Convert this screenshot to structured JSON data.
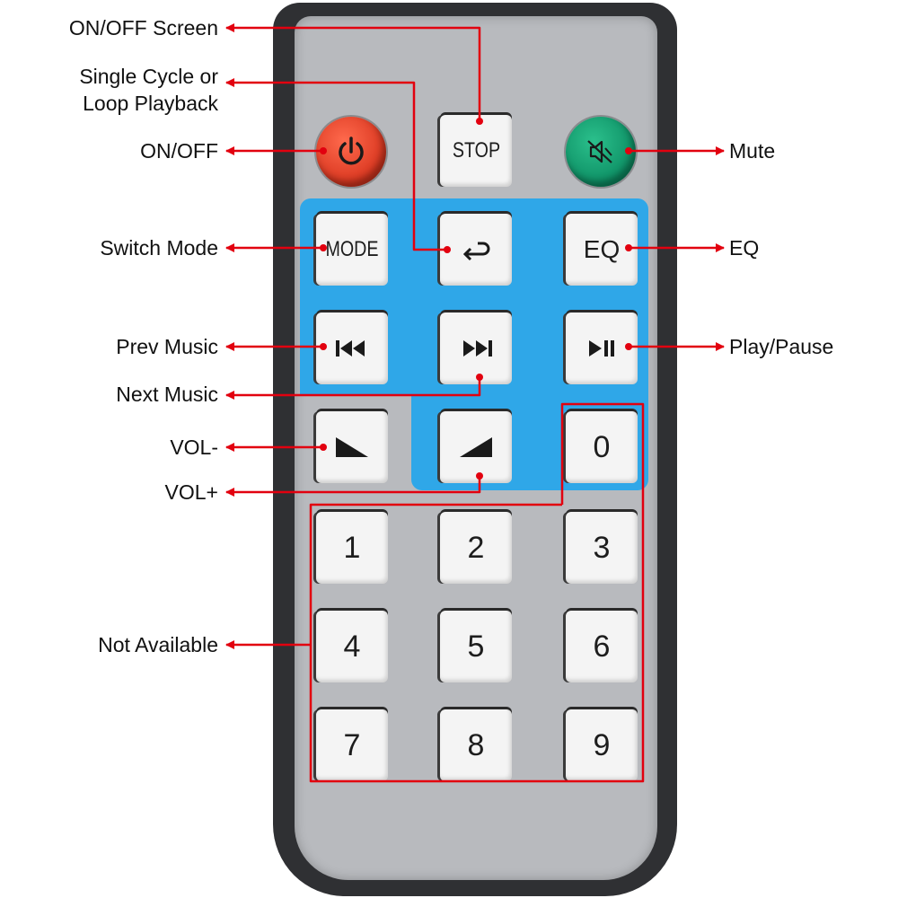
{
  "annotations": {
    "on_off_screen": "ON/OFF Screen",
    "single_cycle_line1": "Single Cycle or",
    "single_cycle_line2": "Loop Playback",
    "on_off": "ON/OFF",
    "mute": "Mute",
    "switch_mode": "Switch Mode",
    "eq": "EQ",
    "prev_music": "Prev Music",
    "play_pause": "Play/Pause",
    "next_music": "Next Music",
    "vol_minus": "VOL-",
    "vol_plus": "VOL+",
    "not_available": "Not Available"
  },
  "keys": {
    "stop": "STOP",
    "mode": "MODE",
    "eq": "EQ",
    "num0": "0",
    "num1": "1",
    "num2": "2",
    "num3": "3",
    "num4": "4",
    "num5": "5",
    "num6": "6",
    "num7": "7",
    "num8": "8",
    "num9": "9"
  },
  "colors": {
    "arrow": "#e2000f",
    "blue_pad": "#2fa7e8",
    "power_button": "#e8452c",
    "mute_button": "#12a373"
  },
  "icons": {
    "power": "power-icon",
    "mute": "speaker-mute-icon",
    "repeat": "return-arrow-icon",
    "prev": "skip-previous-icon",
    "next": "skip-next-icon",
    "play_pause": "play-pause-icon",
    "vol_down": "volume-down-wedge-icon",
    "vol_up": "volume-up-wedge-icon"
  }
}
